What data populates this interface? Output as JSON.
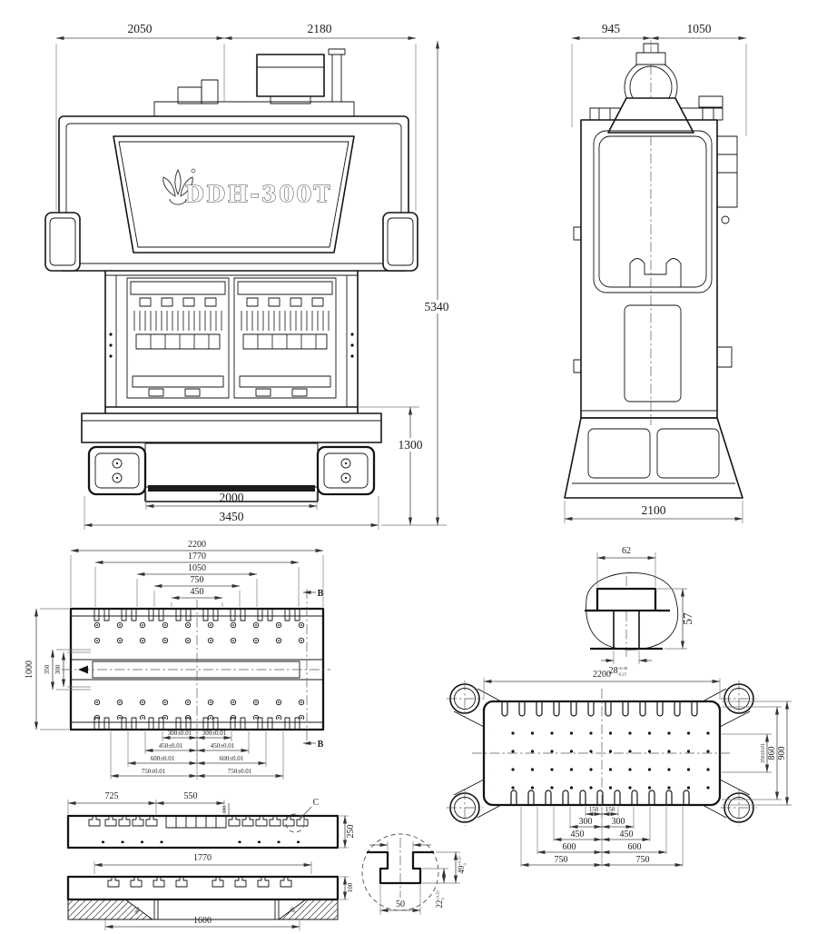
{
  "sheet": {
    "background": "#ffffff",
    "line_color": "#141414"
  },
  "logo": {
    "model": "DDH-300T",
    "brand_icon": "flower-logo"
  },
  "front_view": {
    "dim_top_left": "2050",
    "dim_top_right": "2180",
    "dim_overall_height": "5340",
    "dim_bed_height": "1300",
    "dim_bolster_width": "2000",
    "dim_base_width": "3450"
  },
  "side_view": {
    "dim_top_left": "945",
    "dim_top_right": "1050",
    "dim_base_width": "2100"
  },
  "bolster_plan": {
    "dims_top": [
      "2200",
      "1770",
      "1050",
      "750",
      "450"
    ],
    "dims_left": [
      "1000",
      "350",
      "300"
    ],
    "dims_bottom": [
      "300±0.01",
      "300±0.01",
      "450±0.01",
      "450±0.01",
      "600±0.01",
      "600±0.01",
      "750±0.01",
      "750±0.01"
    ],
    "section_label": "B"
  },
  "tbolt_detail": {
    "dim_head_width": "62",
    "dim_total_height": "57",
    "dim_shank_width": "28",
    "shank_tol_upper": "+0.50",
    "shank_tol_lower": "-0.25"
  },
  "slide_plan": {
    "dim_width": "2200",
    "dim_inner_span": "350±0.01",
    "dim_slot_span": "860",
    "dim_depth": "900",
    "dims_bottom": [
      "150",
      "150",
      "300",
      "300",
      "450",
      "450",
      "600",
      "600",
      "750",
      "750"
    ]
  },
  "section_a": {
    "dim_left_offset": "725",
    "dim_center_pocket": "550",
    "dim_pocket_depth": "100",
    "dim_thickness": "250",
    "detail_label": "C"
  },
  "section_b": {
    "dim_slot_span": "1770",
    "dim_opening": "1600",
    "dim_plate_thickness": "100",
    "chamfer_angle_left": "30°",
    "chamfer_angle_right": "30°"
  },
  "tslot_detail": {
    "dim_cavity_width": "50",
    "dim_cavity_height": "22",
    "cavity_tol_upper": "+0.20",
    "cavity_tol_lower": "0",
    "dim_total_depth": "49",
    "depth_tol_upper": "+0.20",
    "depth_tol_lower": "0"
  }
}
